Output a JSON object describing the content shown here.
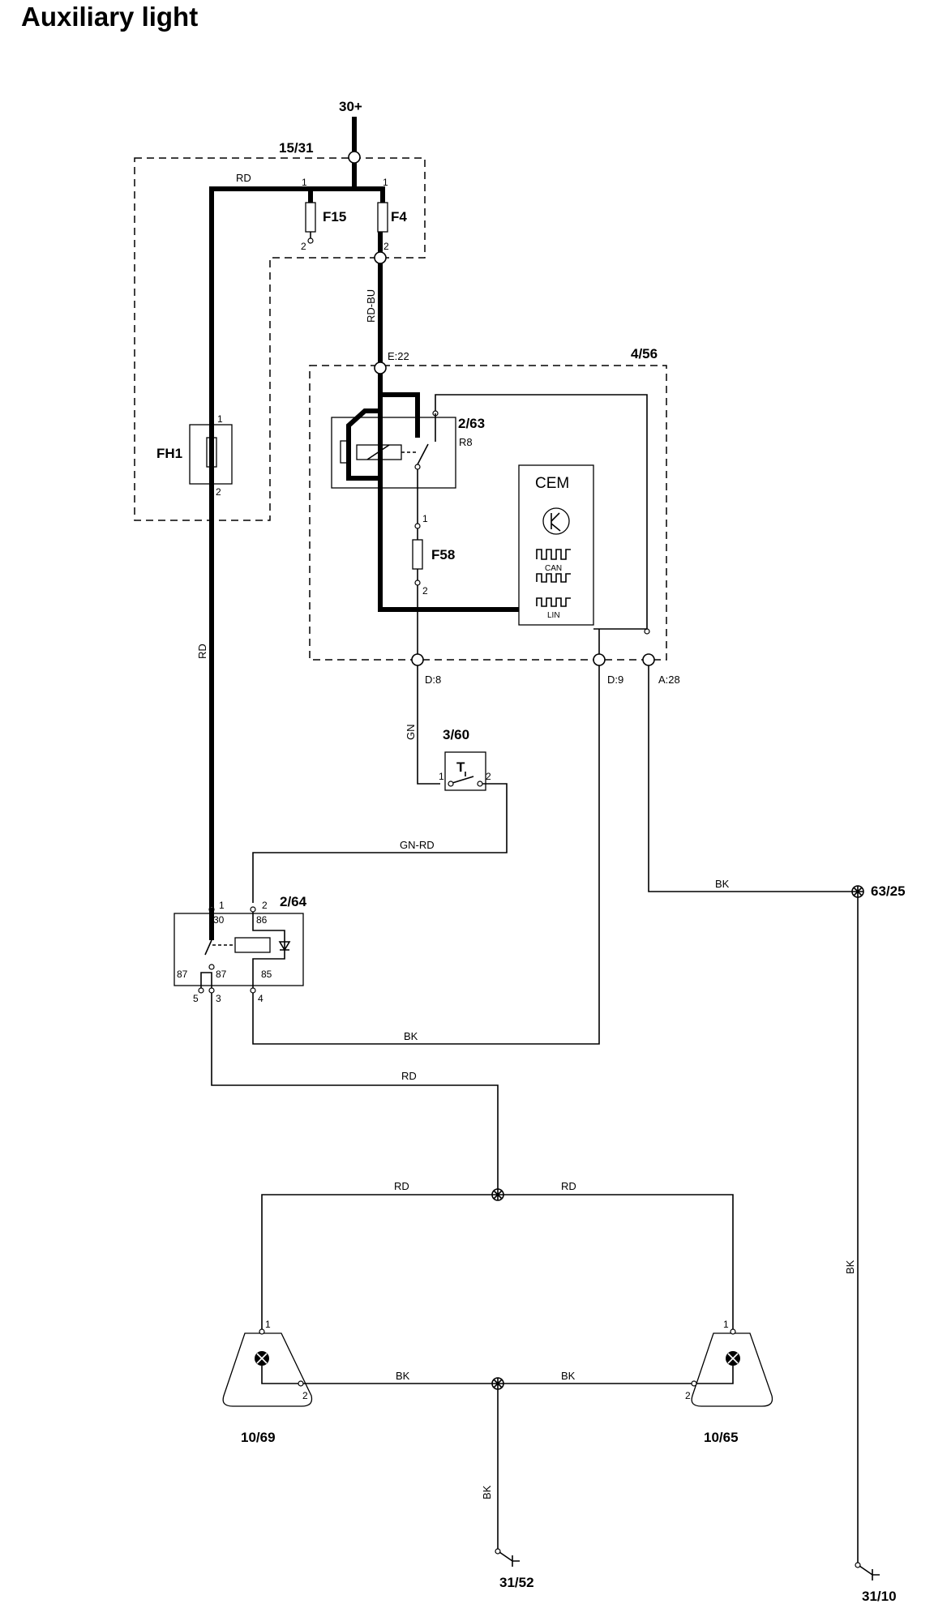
{
  "title": "Auxiliary light",
  "supply": {
    "label": "30+"
  },
  "components": {
    "fusebox": "15/31",
    "fuse_f15": "F15",
    "fuse_f4": "F4",
    "fuse_fh1": "FH1",
    "module": "4/56",
    "relay_r8_id": "2/63",
    "relay_r8_name": "R8",
    "fuse_f58": "F58",
    "cem": "CEM",
    "can": "CAN",
    "lin": "LIN",
    "switch": "3/60",
    "switch_symbol": "T",
    "relay": "2/64",
    "splice": "63/25",
    "lamp_left": "10/69",
    "lamp_right": "10/65",
    "ground_left": "31/52",
    "ground_right": "31/10"
  },
  "connectors": {
    "e22": "E:22",
    "d8": "D:8",
    "d9": "D:9",
    "a28": "A:28"
  },
  "wires": {
    "rd": "RD",
    "rd_bu": "RD-BU",
    "gn": "GN",
    "gn_rd": "GN-RD",
    "bk": "BK"
  },
  "pins": {
    "p1": "1",
    "p2": "2",
    "p3": "3",
    "p4": "4",
    "p5": "5",
    "p30": "30",
    "p85": "85",
    "p86": "86",
    "p87": "87"
  }
}
